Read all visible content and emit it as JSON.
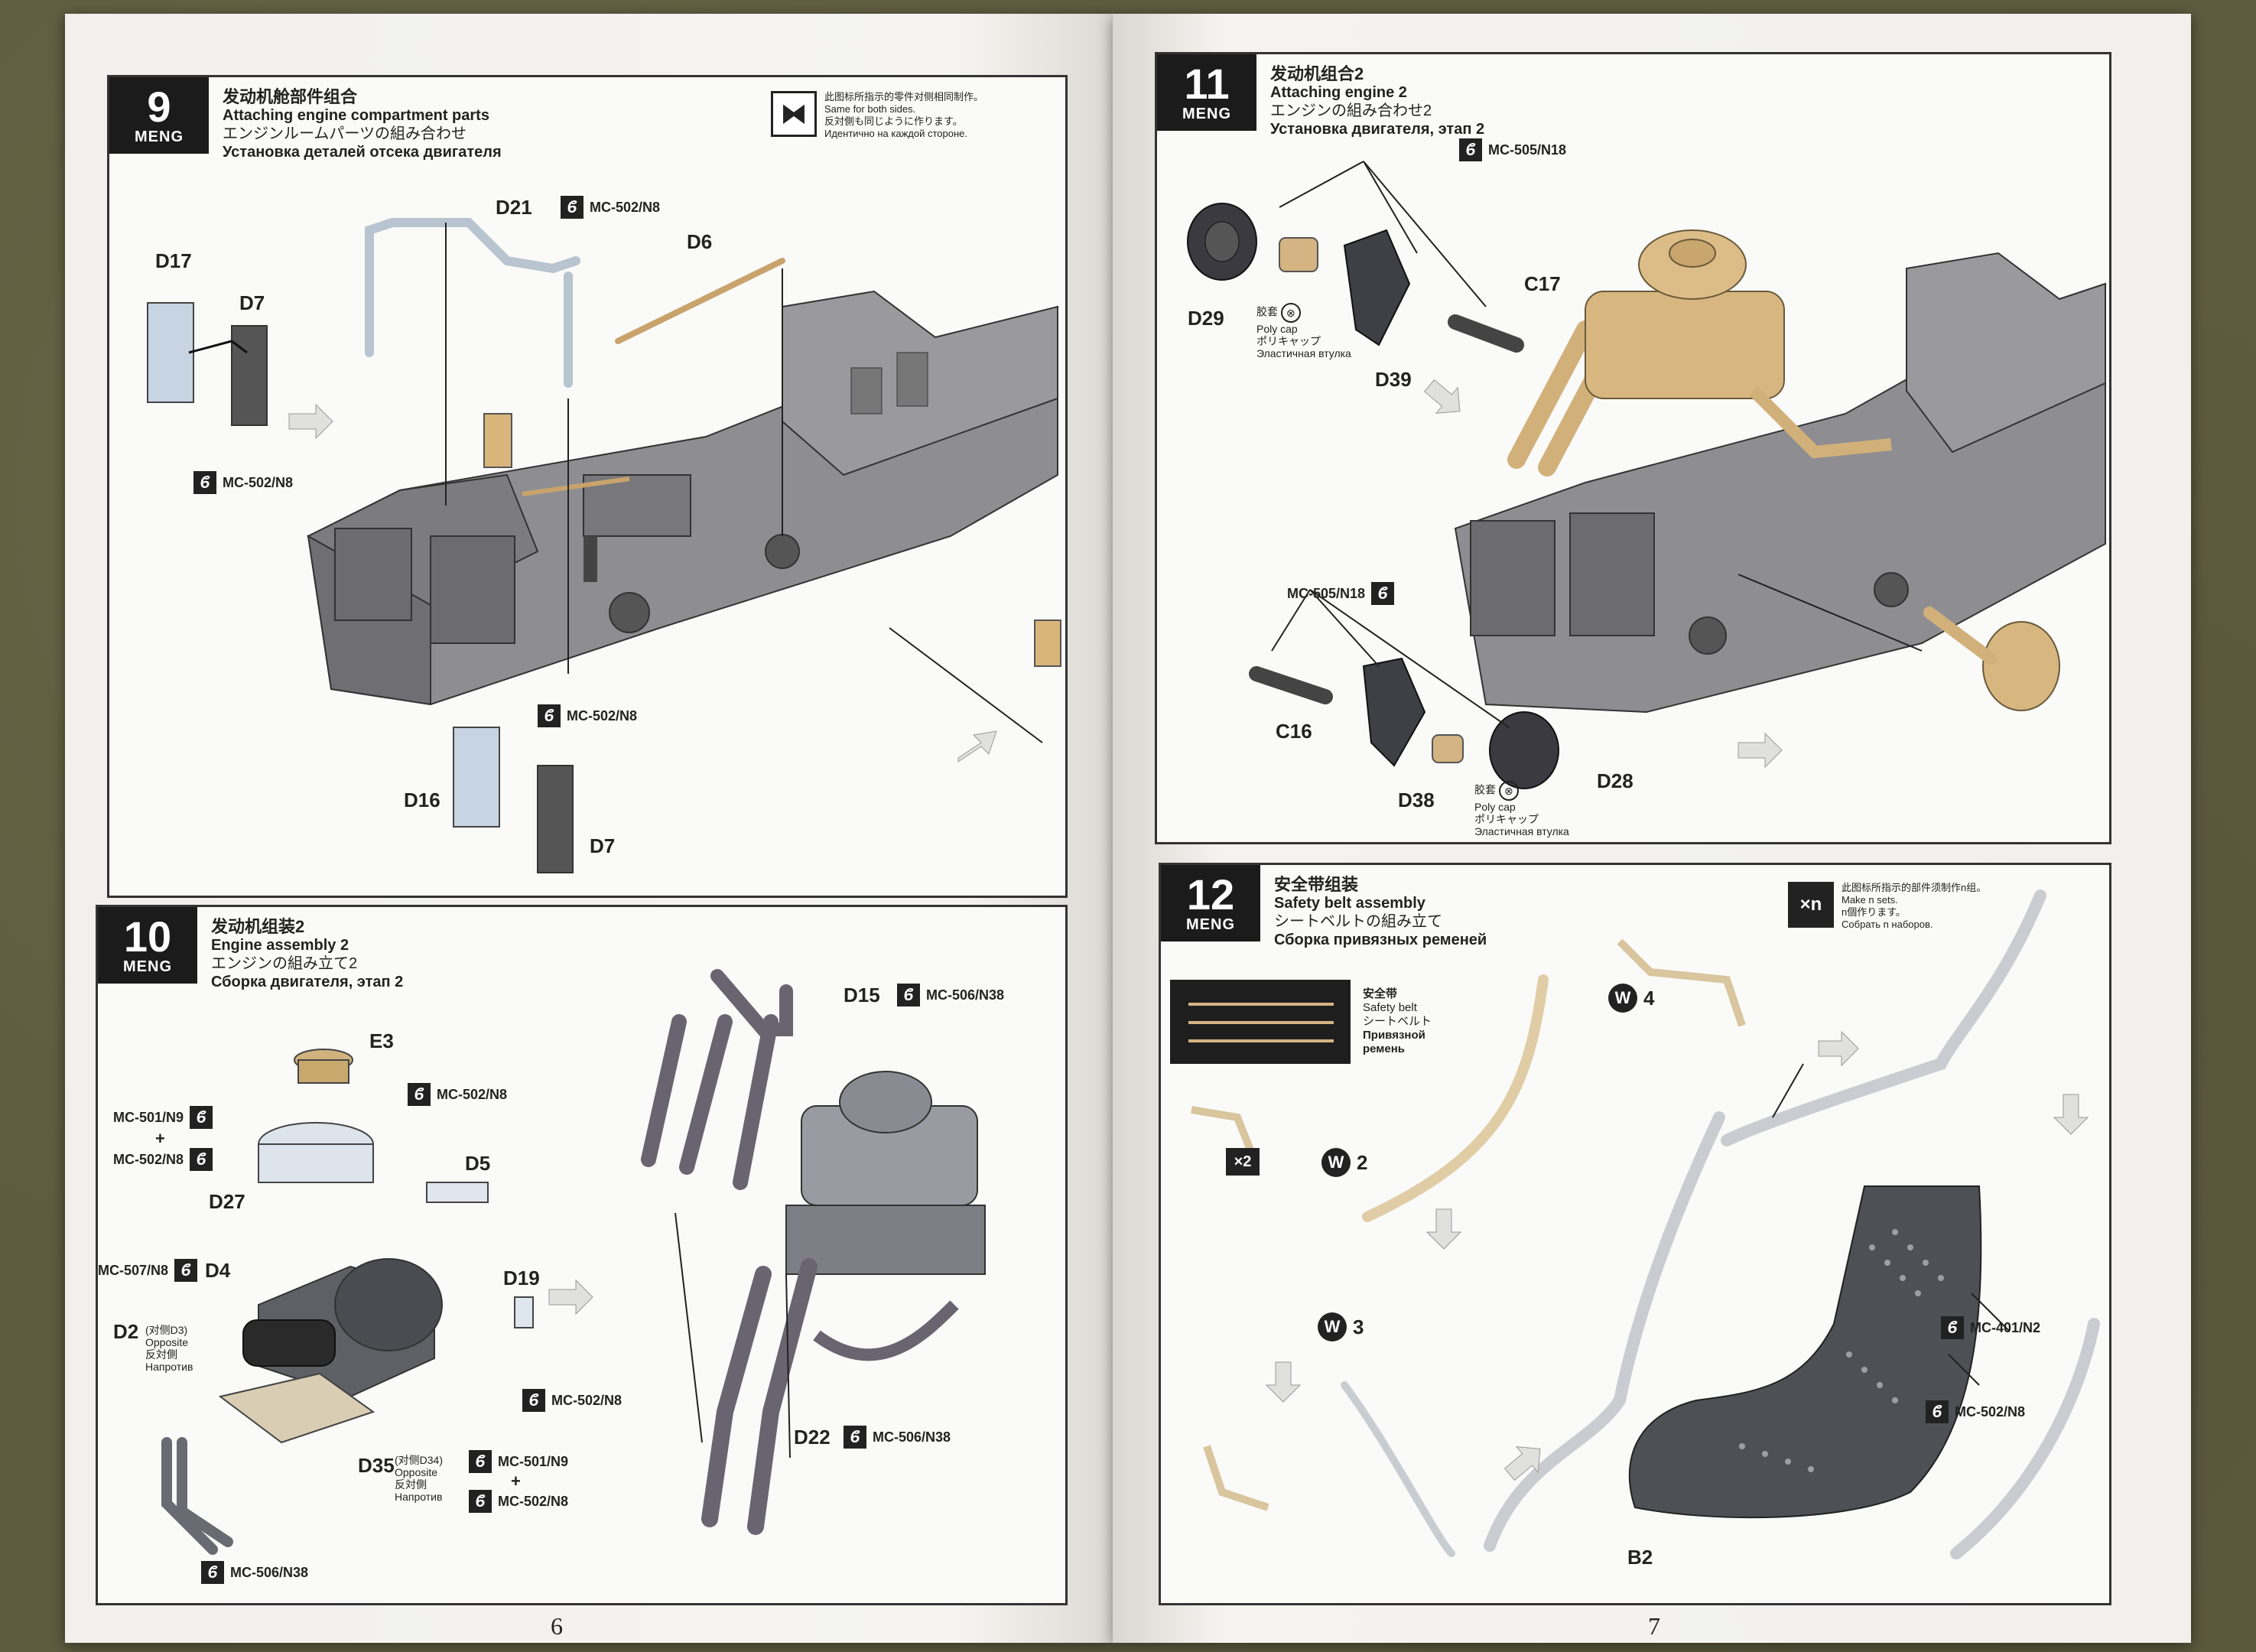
{
  "page_left": {
    "number": "6",
    "step9": {
      "num": "9",
      "brand": "MENG",
      "title_cn": "发动机舱部件组合",
      "title_en": "Attaching engine compartment parts",
      "title_jp": "エンジンルームパーツの組み合わせ",
      "title_ru": "Установка деталей отсека двигателя",
      "note": {
        "cn": "此图标所指示的零件对侧相同制作。",
        "en": "Same for both sides.",
        "jp": "反対側も同じように作ります。",
        "ru": "Идентично на каждой стороне."
      },
      "labels": {
        "d17": "D17",
        "d7a": "D7",
        "d21": "D21",
        "d6": "D6",
        "d16": "D16",
        "d7b": "D7"
      },
      "paints": {
        "p1": "MC-502/N8",
        "p2": "MC-502/N8",
        "p3": "MC-502/N8"
      }
    },
    "step10": {
      "num": "10",
      "brand": "MENG",
      "title_cn": "发动机组装2",
      "title_en": "Engine assembly 2",
      "title_jp": "エンジンの組み立て2",
      "title_ru": "Сборка двигателя, этап 2",
      "labels": {
        "e3": "E3",
        "d27": "D27",
        "d5": "D5",
        "d4": "D4",
        "d19": "D19",
        "d2": "D2",
        "d35": "D35",
        "d15": "D15",
        "d22": "D22"
      },
      "d2_note": {
        "cn": "(对侧D3)",
        "en": "Opposite",
        "jp": "反対側",
        "ru": "Напротив"
      },
      "d35_note": {
        "cn": "(对侧D34)",
        "en": "Opposite",
        "jp": "反対側",
        "ru": "Напротив"
      },
      "plus": "+",
      "paints": {
        "mc501": "MC-501/N9",
        "mc502a": "MC-502/N8",
        "mc502b": "MC-502/N8",
        "mc507": "MC-507/N8",
        "mc502c": "MC-502/N8",
        "mc501b": "MC-501/N9",
        "mc502d": "MC-502/N8",
        "mc506a": "MC-506/N38",
        "mc506b": "MC-506/N38",
        "mc506c": "MC-506/N38"
      }
    }
  },
  "page_right": {
    "number": "7",
    "step11": {
      "num": "11",
      "brand": "MENG",
      "title_cn": "发动机组合2",
      "title_en": "Attaching engine 2",
      "title_jp": "エンジンの組み合わせ2",
      "title_ru": "Установка двигателя, этап 2",
      "labels": {
        "d29": "D29",
        "d39": "D39",
        "c17": "C17",
        "c16": "C16",
        "d38": "D38",
        "d28": "D28"
      },
      "paints": {
        "p1": "MC-505/N18",
        "p2": "MC-505/N18"
      },
      "polycap": {
        "cn": "胶套",
        "en": "Poly cap",
        "jp": "ポリキャップ",
        "ru": "Эластичная втулка"
      }
    },
    "step12": {
      "num": "12",
      "brand": "MENG",
      "title_cn": "安全带组装",
      "title_en": "Safety belt assembly",
      "title_jp": "シートベルトの組み立て",
      "title_ru": "Сборка привязных ременей",
      "belt": {
        "cn": "安全带",
        "en": "Safety belt",
        "jp": "シートベルト",
        "ru1": "Привязной",
        "ru2": "ремень"
      },
      "note": {
        "icon": "×n",
        "cn": "此图标所指示的部件须制作n组。",
        "en": "Make n sets.",
        "jp": "n個作ります。",
        "ru": "Собрать n наборов."
      },
      "x2": "×2",
      "w4": "4",
      "w2": "2",
      "w3": "3",
      "w": "W",
      "labels": {
        "b2": "B2"
      },
      "paints": {
        "p1": "MC-401/N2",
        "p2": "MC-502/N8"
      }
    }
  }
}
